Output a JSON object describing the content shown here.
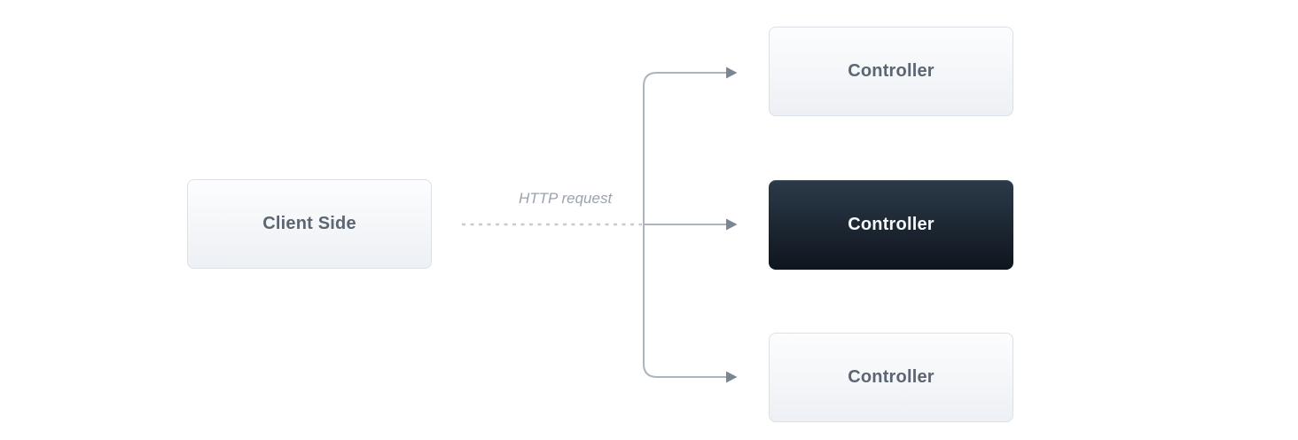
{
  "diagram": {
    "client_node": {
      "label": "Client Side"
    },
    "request_label": "HTTP request",
    "controller_nodes": [
      {
        "label": "Controller",
        "variant": "light"
      },
      {
        "label": "Controller",
        "variant": "dark"
      },
      {
        "label": "Controller",
        "variant": "light"
      }
    ],
    "colors": {
      "background": "#ffffff",
      "light_box_bg_top": "#fcfdfe",
      "light_box_bg_bottom": "#edf0f4",
      "light_box_border": "#dce1e7",
      "light_box_text": "#5b6672",
      "dark_box_bg_top": "#2b3a49",
      "dark_box_bg_bottom": "#0f151d",
      "dark_box_text": "#f5f7f9",
      "connector_line": "#acb4bd",
      "arrowhead": "#7b8692",
      "dashed_line": "#c6ccd3",
      "request_label_text": "#9aa2ad"
    }
  }
}
